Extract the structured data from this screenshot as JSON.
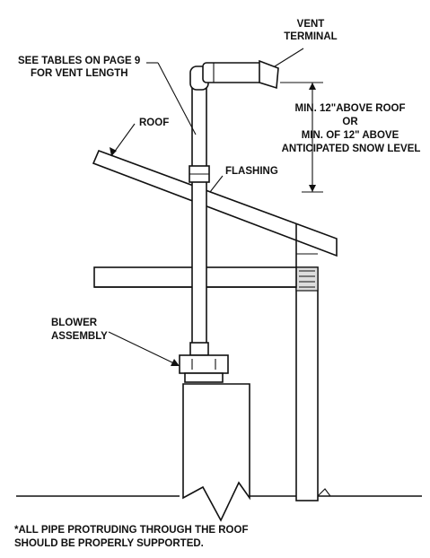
{
  "labels": {
    "vent_terminal_1": "VENT",
    "vent_terminal_2": "TERMINAL",
    "tables_1": "SEE TABLES ON PAGE 9",
    "tables_2": "FOR VENT LENGTH",
    "roof": "ROOF",
    "min_1": "MIN. 12\"ABOVE ROOF",
    "min_2": "OR",
    "min_3": "MIN. OF 12\" ABOVE",
    "min_4": "ANTICIPATED SNOW LEVEL",
    "flashing": "FLASHING",
    "blower_1": "BLOWER",
    "blower_2": "ASSEMBLY",
    "footnote_1": "*ALL PIPE PROTRUDING THROUGH THE ROOF",
    "footnote_2": "SHOULD BE PROPERLY SUPPORTED."
  }
}
